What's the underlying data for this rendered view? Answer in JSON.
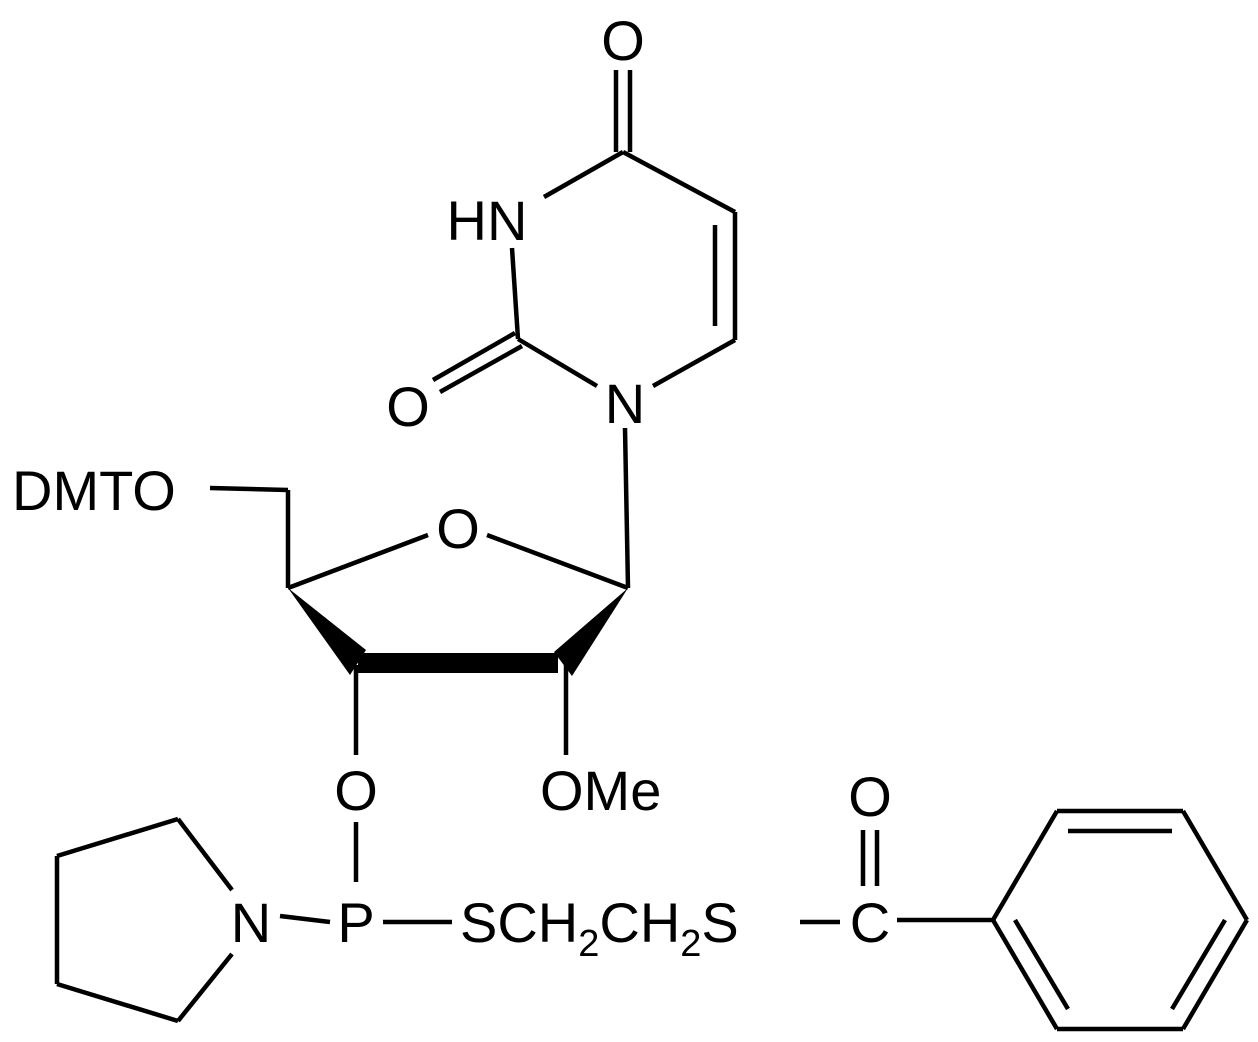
{
  "atoms": {
    "o_carbonyl_top": "O",
    "hn": "HN",
    "o_carbonyl_left": "O",
    "n_ring": "N",
    "dmto": "DMTO",
    "o_furanose": "O",
    "o_3prime": "O",
    "ome": "OMe",
    "n_pyrrolidine": "N",
    "p": "P",
    "s1": "S",
    "ch2a_c": "CH",
    "ch2a_sub": "2",
    "ch2b_c": "CH",
    "ch2b_sub": "2",
    "s2": "S",
    "c_thioester": "C",
    "o_thioester": "O"
  }
}
